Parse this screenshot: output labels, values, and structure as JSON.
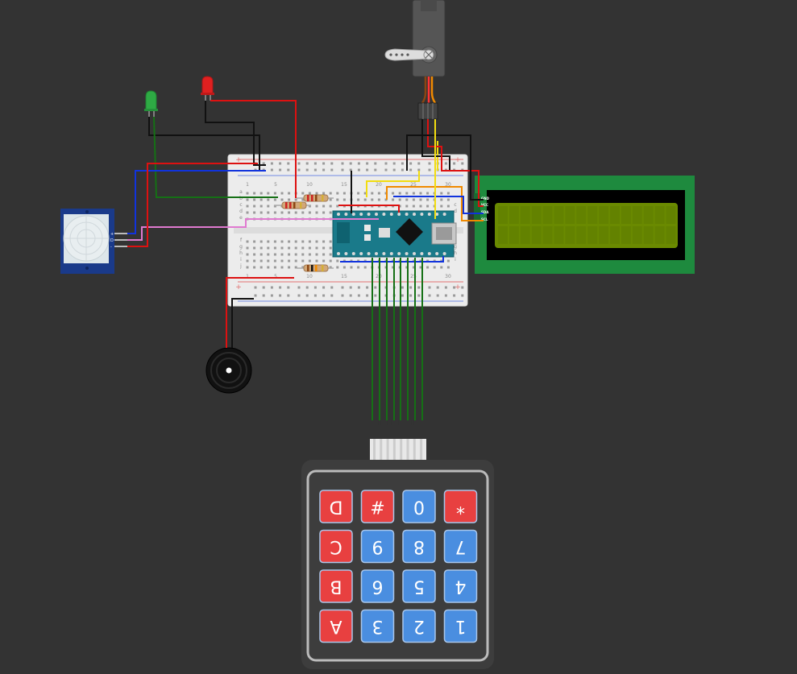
{
  "canvas": {
    "background": "#333333"
  },
  "breadboard": {
    "column_numbers": [
      "1",
      "5",
      "10",
      "15",
      "20",
      "25",
      "30"
    ],
    "row_letters_top": [
      "a",
      "b",
      "c",
      "d",
      "e"
    ],
    "row_letters_bottom": [
      "f",
      "g",
      "h",
      "i",
      "j"
    ],
    "rail_plus": "+",
    "rail_minus": "-"
  },
  "lcd": {
    "pins": [
      "GND",
      "VCC",
      "SDA",
      "SCL"
    ],
    "colors": {
      "pcb": "#1e8a3e",
      "screen": "#6a8a00"
    }
  },
  "pir": {
    "pins": [
      "+",
      "D",
      "-"
    ]
  },
  "keypad": {
    "rows": [
      [
        {
          "label": "D",
          "color": "red"
        },
        {
          "label": "#",
          "color": "red"
        },
        {
          "label": "0",
          "color": "blue"
        },
        {
          "label": "*",
          "color": "red"
        }
      ],
      [
        {
          "label": "C",
          "color": "red"
        },
        {
          "label": "9",
          "color": "blue"
        },
        {
          "label": "8",
          "color": "blue"
        },
        {
          "label": "7",
          "color": "blue"
        }
      ],
      [
        {
          "label": "B",
          "color": "red"
        },
        {
          "label": "6",
          "color": "blue"
        },
        {
          "label": "5",
          "color": "blue"
        },
        {
          "label": "4",
          "color": "blue"
        }
      ],
      [
        {
          "label": "A",
          "color": "red"
        },
        {
          "label": "3",
          "color": "blue"
        },
        {
          "label": "2",
          "color": "blue"
        },
        {
          "label": "1",
          "color": "blue"
        }
      ]
    ],
    "colors": {
      "red": "#e84040",
      "blue": "#4a8ee0",
      "body": "#3d3d3d",
      "frame": "#bbbbbb"
    }
  },
  "leds": [
    {
      "name": "green-led",
      "color": "#2eaa44"
    },
    {
      "name": "red-led",
      "color": "#e02020"
    }
  ],
  "arduino": {
    "color": "#1a7a8a"
  },
  "wire_colors": {
    "red": "#dd1111",
    "black": "#111111",
    "blue": "#1133dd",
    "green": "#157015",
    "pink": "#e07ad0",
    "yellow": "#f2dd10",
    "orange": "#f08a00"
  }
}
